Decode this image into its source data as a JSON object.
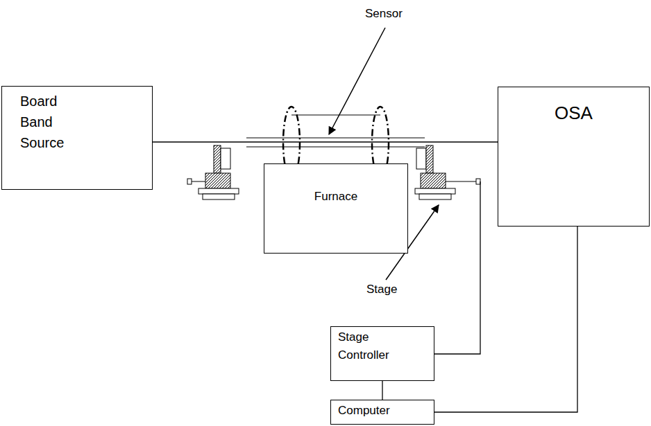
{
  "diagram": {
    "nodes": [
      {
        "text": [
          "Board Band Source"
        ]
      },
      {
        "text": [
          "OSA"
        ]
      },
      {
        "text": [
          "Furnace"
        ]
      },
      {
        "text": [
          "Stage Controller"
        ]
      },
      {
        "text": [
          "Computer"
        ]
      }
    ],
    "edges": [
      {
        "from": 0,
        "to": 1,
        "arrow": "none"
      },
      {
        "from": 3,
        "to": 4,
        "arrow": "none"
      },
      {
        "from": 4,
        "to": 1,
        "arrow": "none"
      }
    ],
    "labels": [
      "Sensor",
      "Stage"
    ]
  }
}
